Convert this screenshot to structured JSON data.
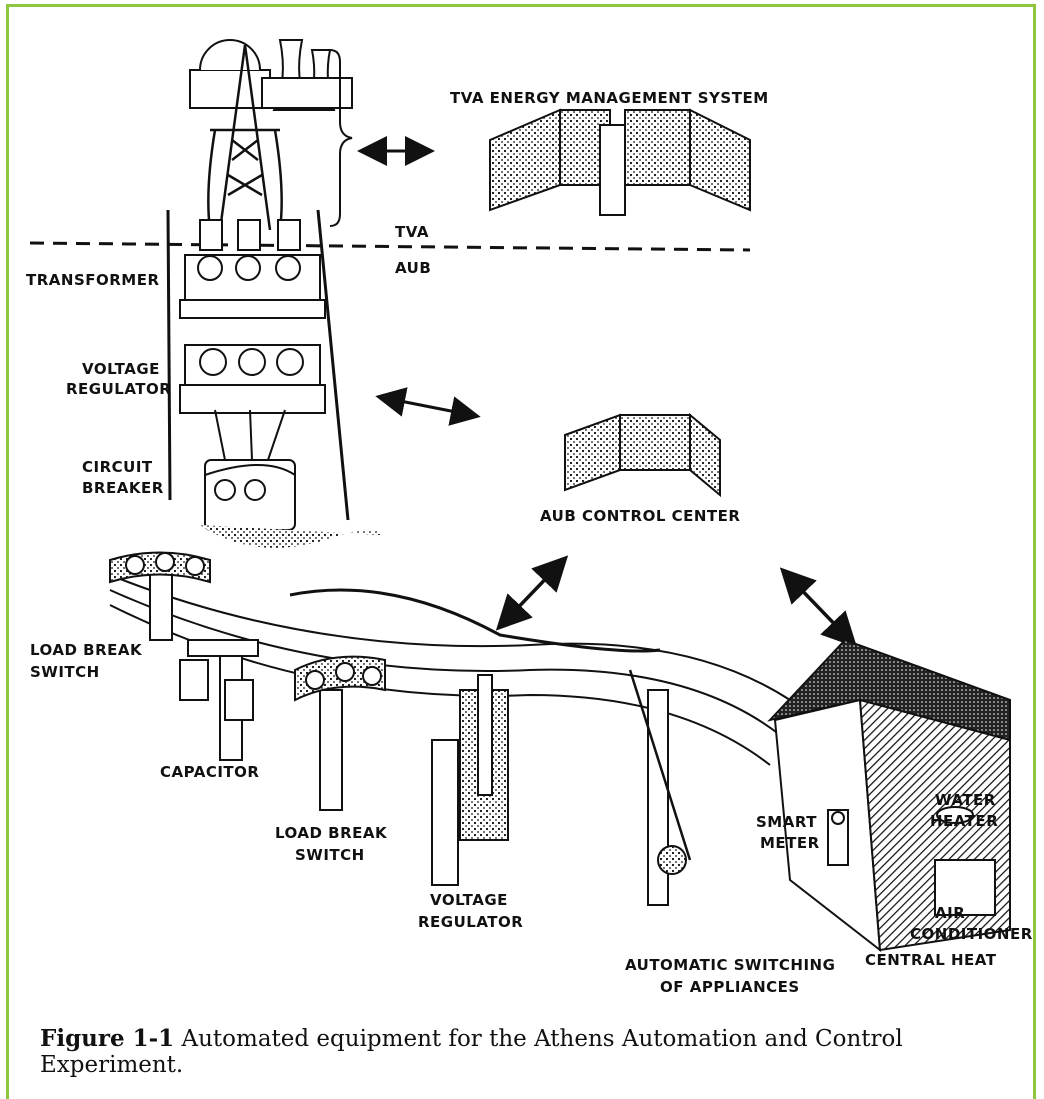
{
  "diagram": {
    "labels": {
      "tva_ems": "TVA ENERGY MANAGEMENT SYSTEM",
      "tva": "TVA",
      "aub": "AUB",
      "transformer": "TRANSFORMER",
      "voltage_regulator_top": [
        "VOLTAGE",
        "REGULATOR"
      ],
      "circuit_breaker": [
        "CIRCUIT",
        "BREAKER"
      ],
      "aub_control_center": "AUB CONTROL CENTER",
      "load_break_switch_left": [
        "LOAD BREAK",
        "SWITCH"
      ],
      "capacitor": "CAPACITOR",
      "load_break_switch_mid": [
        "LOAD BREAK",
        "SWITCH"
      ],
      "voltage_regulator_bottom": [
        "VOLTAGE",
        "REGULATOR"
      ],
      "smart_meter": [
        "SMART",
        "METER"
      ],
      "water_heater": [
        "WATER",
        "HEATER"
      ],
      "air_conditioner": [
        "AIR",
        "CONDITIONER"
      ],
      "central_heat": "CENTRAL HEAT",
      "automatic_switching": [
        "AUTOMATIC SWITCHING",
        "OF APPLIANCES"
      ]
    }
  },
  "caption": {
    "figure_number": "Figure 1-1",
    "text": "Automated equipment for the Athens Automation and Control Experiment."
  },
  "colors": {
    "border": "#8dc63f",
    "ink": "#111111"
  }
}
